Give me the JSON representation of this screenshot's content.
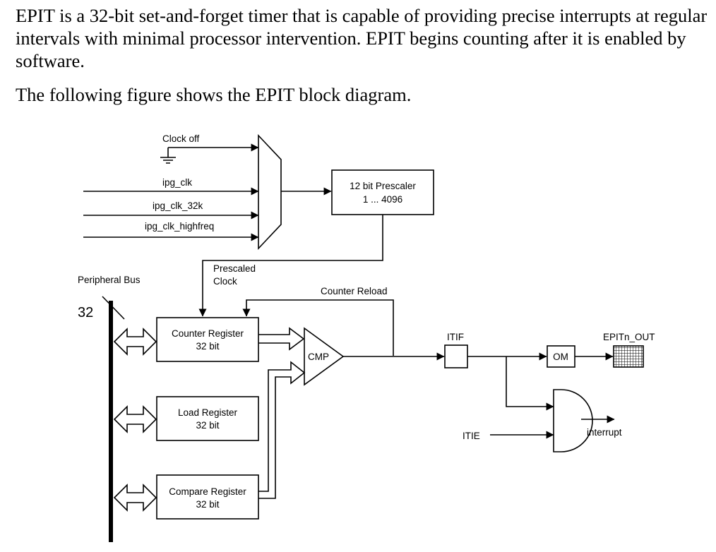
{
  "text": {
    "paragraph_1": "EPIT is a 32-bit set-and-forget timer that is capable of providing precise interrupts at regular intervals with minimal processor intervention. EPIT begins counting after it is enabled by software.",
    "paragraph_2": "The following figure shows the EPIT block diagram."
  },
  "diagram": {
    "inputs": {
      "clock_off": "Clock off",
      "ipg_clk": "ipg_clk",
      "ipg_clk_32k": "ipg_clk_32k",
      "ipg_clk_highfreq": "ipg_clk_highfreq"
    },
    "prescaler": {
      "line1": "12 bit Prescaler",
      "line2": "1 ... 4096"
    },
    "prescaled_clock": {
      "line1": "Prescaled",
      "line2": "Clock"
    },
    "peripheral_bus": "Peripheral Bus",
    "bus_width": "32",
    "counter_reload": "Counter Reload",
    "counter_register": {
      "line1": "Counter Register",
      "line2": "32 bit"
    },
    "load_register": {
      "line1": "Load Register",
      "line2": "32 bit"
    },
    "compare_register": {
      "line1": "Compare Register",
      "line2": "32 bit"
    },
    "cmp": "CMP",
    "itif": "ITIF",
    "om": "OM",
    "epitn_out": "EPITn_OUT",
    "itie": "ITIE",
    "interrupt": "interrupt"
  }
}
